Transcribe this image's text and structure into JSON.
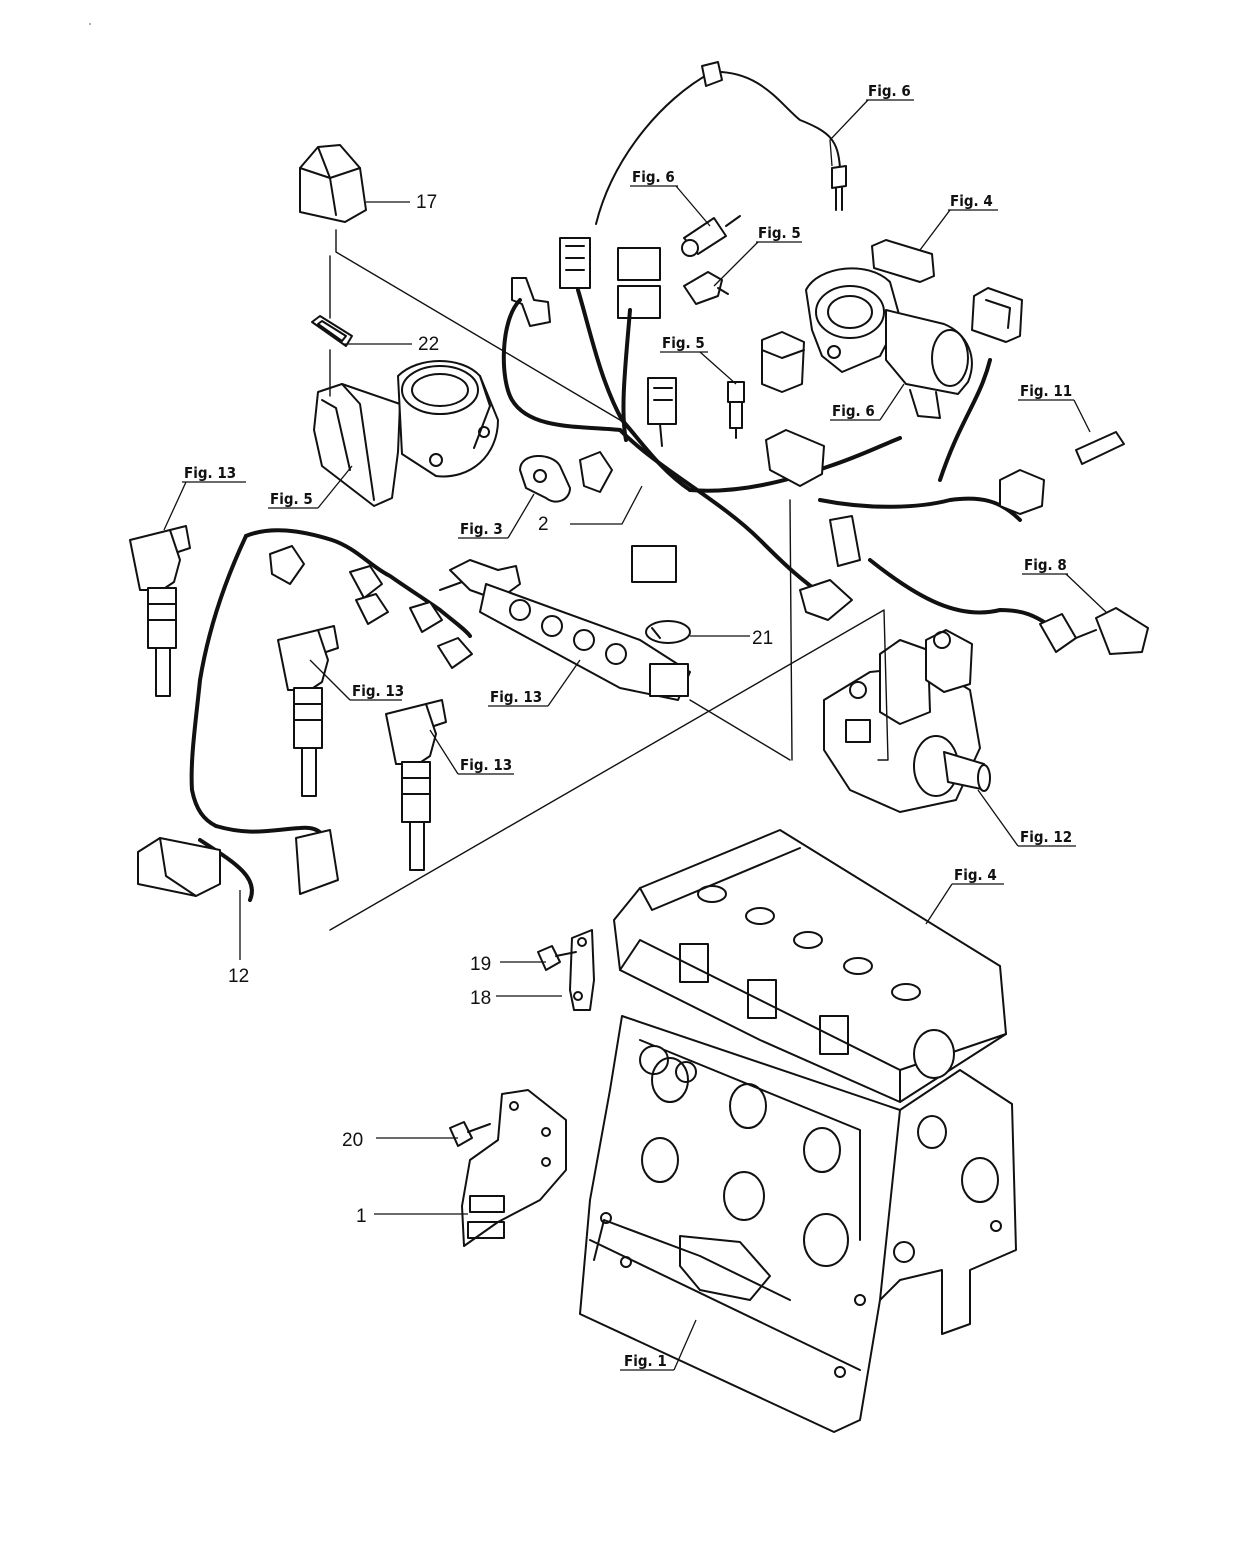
{
  "callouts": {
    "p1": "1",
    "p2": "2",
    "p12": "12",
    "p17": "17",
    "p18": "18",
    "p19": "19",
    "p20": "20",
    "p21": "21",
    "p22": "22"
  },
  "fig_refs": {
    "fig6_top": "Fig. 6",
    "fig6_sensor": "Fig. 6",
    "fig5_upper": "Fig. 5",
    "fig4_egr": "Fig. 4",
    "fig5_mid": "Fig. 5",
    "fig6_mid": "Fig. 6",
    "fig11": "Fig. 11",
    "fig13_left": "Fig. 13",
    "fig5_throttle": "Fig. 5",
    "fig3": "Fig. 3",
    "fig8": "Fig. 8",
    "fig13_center": "Fig. 13",
    "fig13_rail": "Fig. 13",
    "fig13_lower": "Fig. 13",
    "fig12": "Fig. 12",
    "fig4_head": "Fig. 4",
    "fig1": "Fig. 1"
  }
}
